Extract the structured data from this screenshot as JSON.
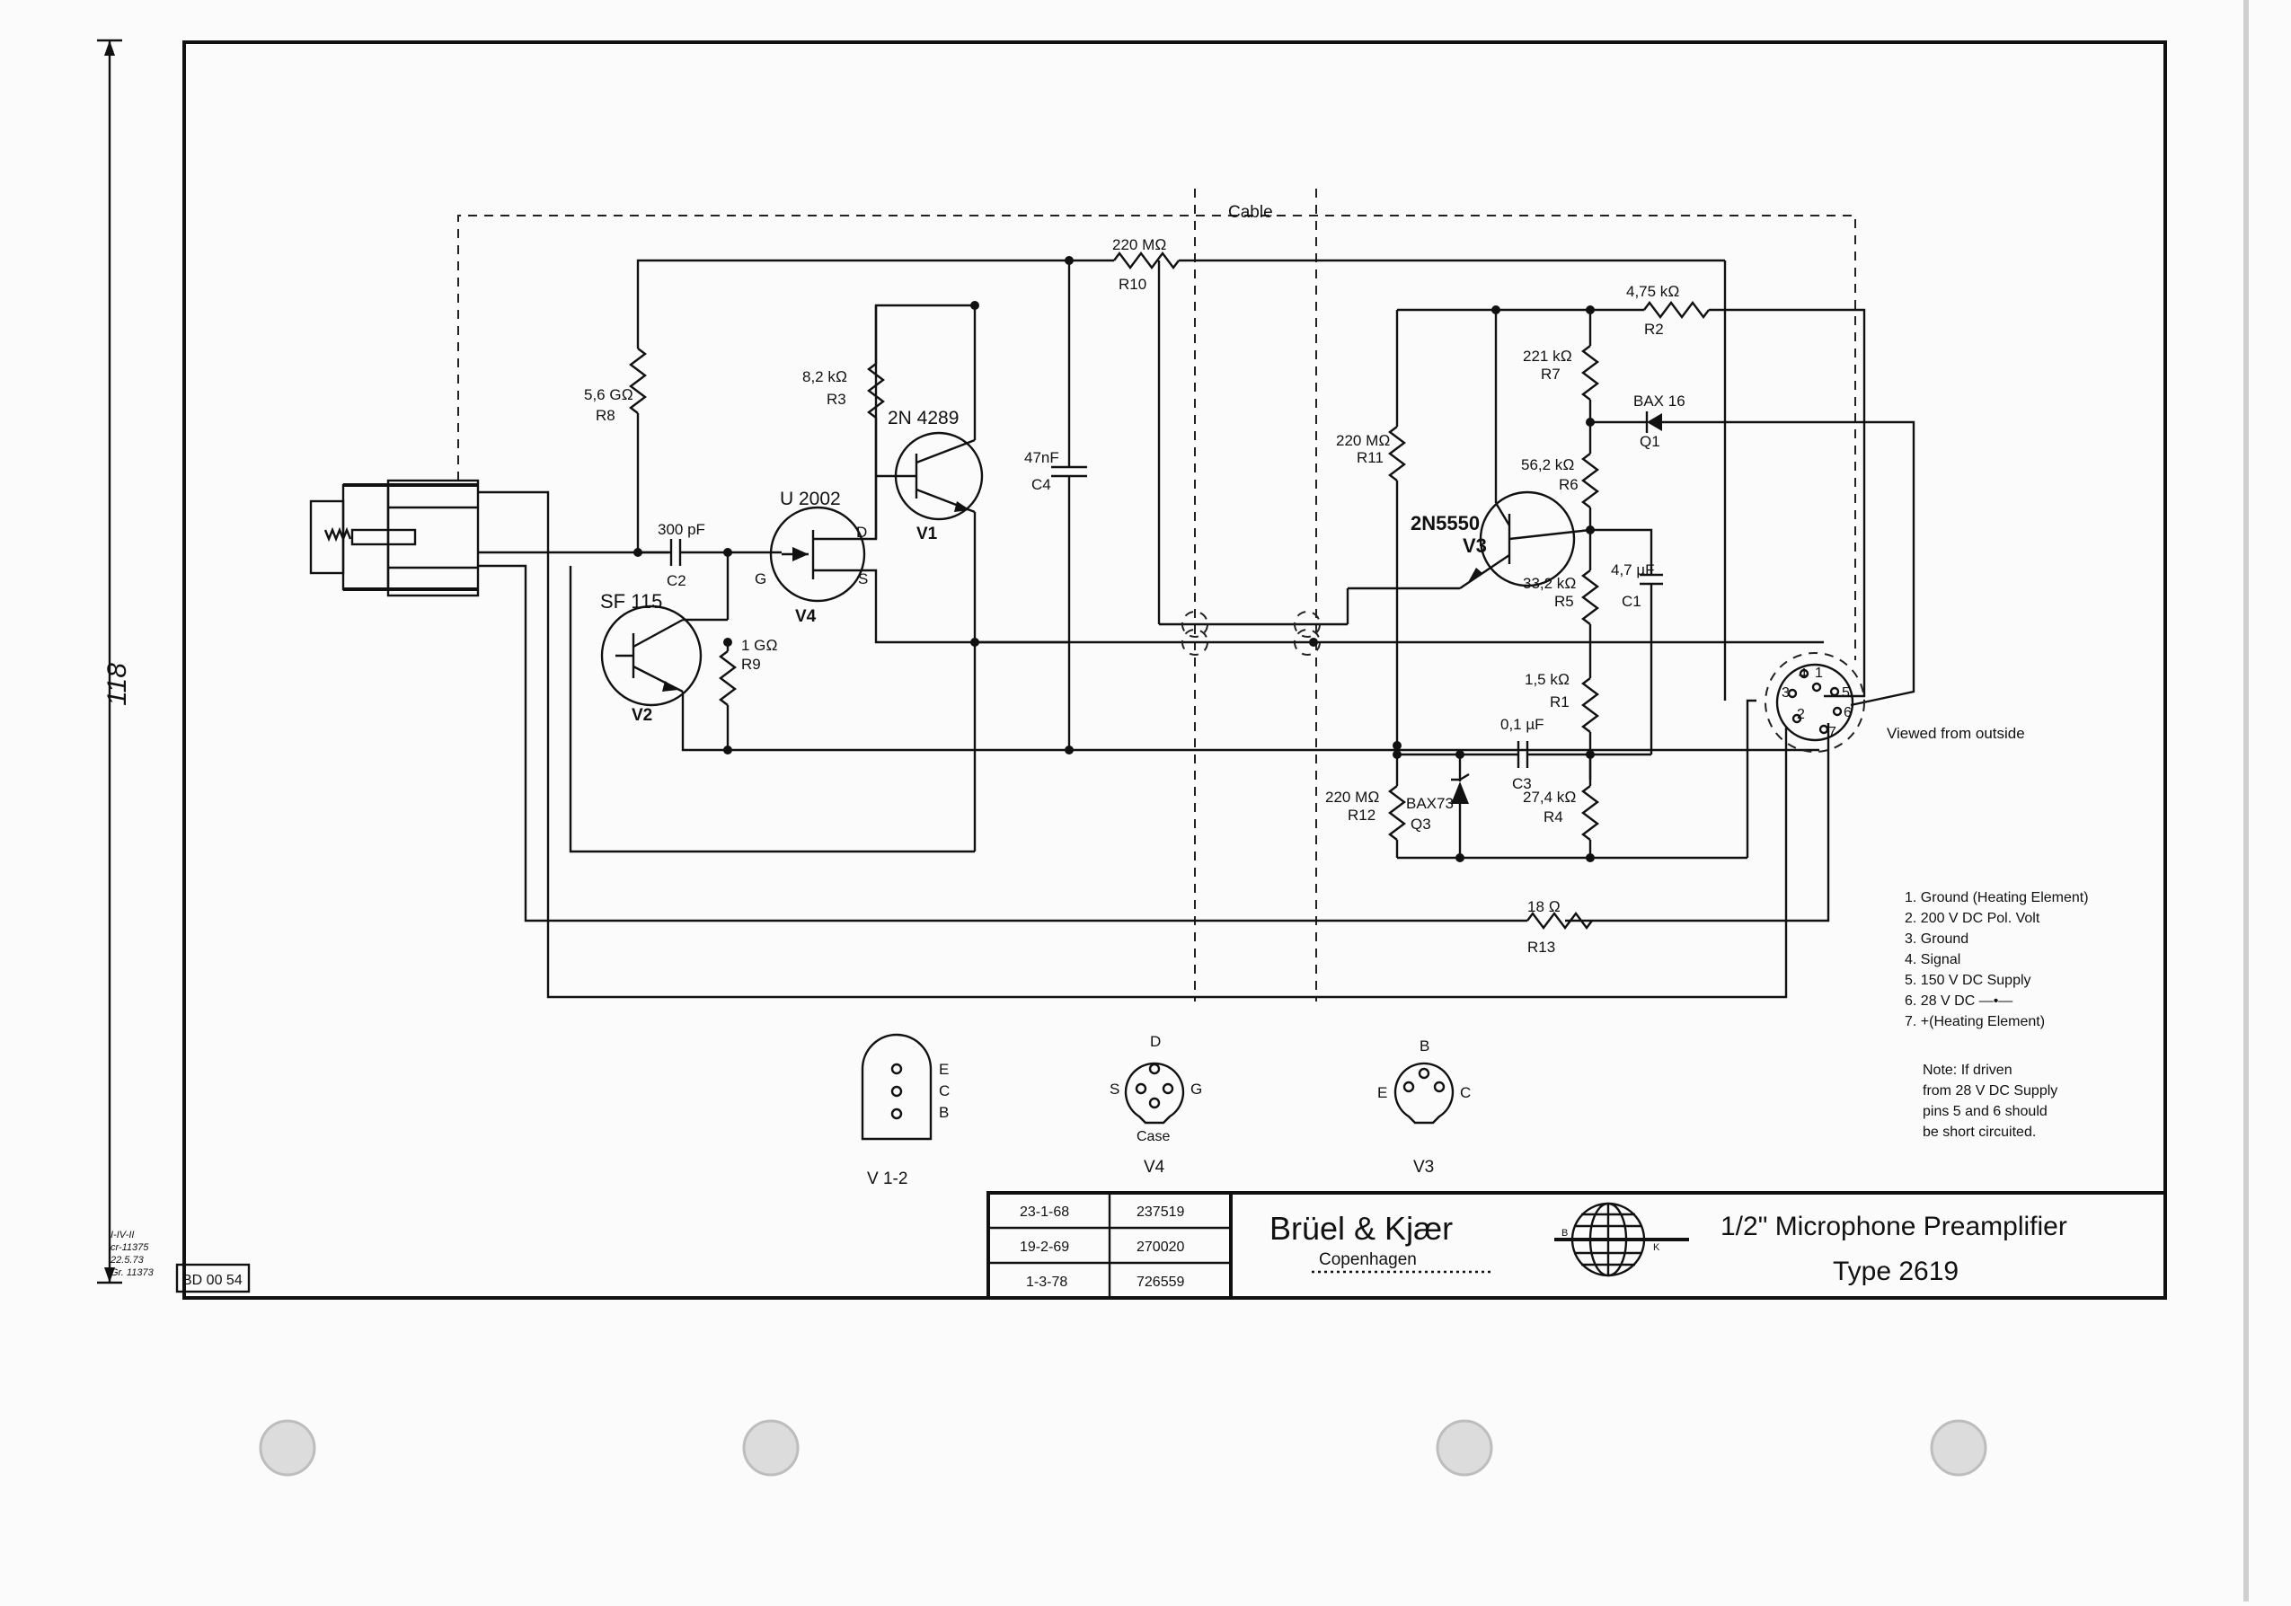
{
  "dimension": {
    "value": "118"
  },
  "margin_note": {
    "lines": [
      "I-IV-II",
      "cr-11375",
      "22.5.73",
      "Gr. 11373"
    ]
  },
  "drawing_no": "BD 00 54",
  "cable_label": "Cable",
  "components": {
    "R10": {
      "value": "220 MΩ",
      "ref": "R10"
    },
    "R8": {
      "value": "5,6 GΩ",
      "ref": "R8"
    },
    "R3": {
      "value": "8,2 kΩ",
      "ref": "R3"
    },
    "R9": {
      "value": "1 GΩ",
      "ref": "R9"
    },
    "C2": {
      "value": "300 pF",
      "ref": "C2"
    },
    "C4": {
      "value": "47nF",
      "ref": "C4"
    },
    "V1": {
      "type": "2N 4289",
      "ref": "V1"
    },
    "V4": {
      "type": "U 2002",
      "ref": "V4",
      "pins": [
        "G",
        "D",
        "S"
      ]
    },
    "V2": {
      "type": "SF 115",
      "ref": "V2"
    },
    "R2": {
      "value": "4,75 kΩ",
      "ref": "R2"
    },
    "R7": {
      "value": "221 kΩ",
      "ref": "R7"
    },
    "Q1": {
      "type": "BAX 16",
      "ref": "Q1"
    },
    "R11": {
      "value": "220 MΩ",
      "ref": "R11"
    },
    "R6": {
      "value": "56,2 kΩ",
      "ref": "R6"
    },
    "V3": {
      "type": "2N5550",
      "ref": "V3"
    },
    "R5": {
      "value": "33,2 kΩ",
      "ref": "R5"
    },
    "C1": {
      "value": "4,7 µF",
      "ref": "C1"
    },
    "R1": {
      "value": "1,5 kΩ",
      "ref": "R1"
    },
    "C3": {
      "value": "0,1 µF",
      "ref": "C3"
    },
    "R12": {
      "value": "220 MΩ",
      "ref": "R12"
    },
    "Q3": {
      "type": "BAX73",
      "ref": "Q3"
    },
    "R4": {
      "value": "27,4 kΩ",
      "ref": "R4"
    },
    "R13": {
      "value": "18 Ω",
      "ref": "R13"
    }
  },
  "connector": {
    "pins": [
      "1",
      "2",
      "3",
      "4",
      "5",
      "6",
      "7"
    ],
    "note": "Viewed from outside"
  },
  "pin_legend": [
    "1. Ground (Heating Element)",
    "2. 200 V DC Pol. Volt",
    "3. Ground",
    "4. Signal",
    "5. 150 V DC Supply",
    "6. 28 V DC —•—",
    "7. +(Heating Element)"
  ],
  "note": [
    "Note: If driven",
    "from 28 V DC Supply",
    "pins 5 and 6 should",
    "be short circuited."
  ],
  "pinouts": [
    {
      "caption": "V 1-2",
      "pins": [
        "E",
        "C",
        "B"
      ]
    },
    {
      "caption": "V4",
      "pins": [
        "D",
        "S",
        "G"
      ],
      "sub": "Case"
    },
    {
      "caption": "V3",
      "pins": [
        "B",
        "E",
        "C"
      ]
    }
  ],
  "revisions": [
    {
      "date": "23-1-68",
      "number": "237519"
    },
    {
      "date": "19-2-69",
      "number": "270020"
    },
    {
      "date": "1-3-78",
      "number": "726559"
    }
  ],
  "title_block": {
    "company": "Brüel & Kjær",
    "city": "Copenhagen",
    "logo_letters": [
      "B",
      "K"
    ],
    "title": "1/2\" Microphone Preamplifier",
    "type": "Type 2619"
  }
}
